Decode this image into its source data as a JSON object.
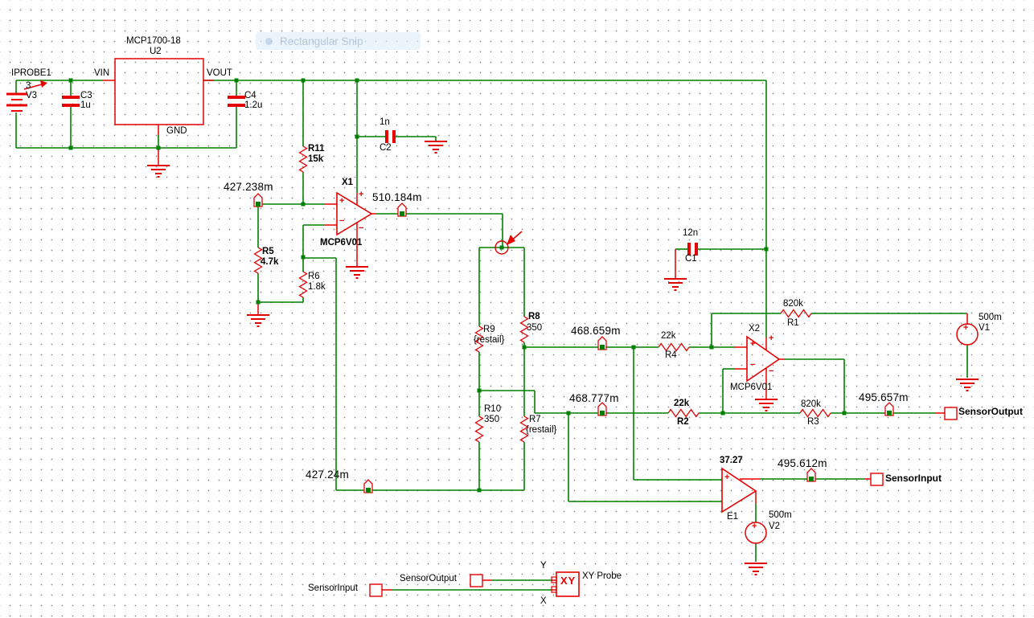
{
  "window": {
    "snip_toast": "Rectangular Snip"
  },
  "signs": {
    "plus": "+",
    "minus": "−"
  },
  "components": {
    "u2": {
      "ref": "U2",
      "value": "MCP1700-18",
      "pin_vin": "VIN",
      "pin_vout": "VOUT",
      "pin_gnd": "GND"
    },
    "iprobe1": {
      "ref": "IPROBE1",
      "pin": "3"
    },
    "v3": {
      "ref": "V3"
    },
    "c3": {
      "ref": "C3",
      "value": "1u"
    },
    "c4": {
      "ref": "C4",
      "value": "1.2u"
    },
    "c2": {
      "ref": "C2",
      "value": "1n"
    },
    "c1": {
      "ref": "C1",
      "value": "12n"
    },
    "r11": {
      "ref": "R11",
      "value": "15k"
    },
    "r5": {
      "ref": "R5",
      "value": "4.7k"
    },
    "r6": {
      "ref": "R6",
      "value": "1.8k"
    },
    "r9": {
      "ref": "R9",
      "value": "{restail}"
    },
    "r8": {
      "ref": "R8",
      "value": "350"
    },
    "r10": {
      "ref": "R10",
      "value": "350"
    },
    "r7": {
      "ref": "R7",
      "value": "{restail}"
    },
    "r4": {
      "ref": "R4",
      "value": "22k"
    },
    "r2": {
      "ref": "R2",
      "value": "22k"
    },
    "r1": {
      "ref": "R1",
      "value": "820k"
    },
    "r3": {
      "ref": "R3",
      "value": "820k"
    },
    "x1": {
      "ref": "X1",
      "value": "MCP6V01"
    },
    "x2": {
      "ref": "X2",
      "value": "MCP6V01"
    },
    "e1": {
      "ref": "E1",
      "gain": "37.27"
    },
    "v1": {
      "ref": "V1",
      "value": "500m"
    },
    "v2": {
      "ref": "V2",
      "value": "500m"
    }
  },
  "probes": {
    "x1_in": "427.238m",
    "x1_out": "510.184m",
    "bridge_top_sense": "468.659m",
    "bridge_bottom_sense": "468.777m",
    "bridge_return": "427.24m",
    "sensor_output": "495.657m",
    "sensor_input": "495.612m"
  },
  "ports": {
    "sensor_output": "SensorOutput",
    "sensor_input": "SensorInput",
    "bottom_sensor_output": "SensorOutput",
    "bottom_sensor_input": "SensorInput"
  },
  "xy_probe": {
    "box_text": "XY",
    "label": "XY Probe",
    "pin_y": "Y",
    "pin_x": "X"
  }
}
